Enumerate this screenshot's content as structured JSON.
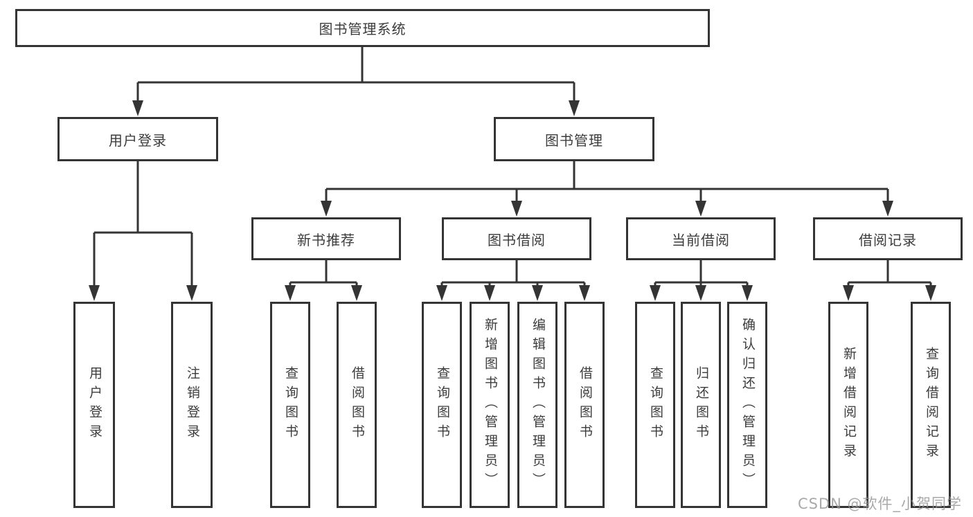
{
  "diagram": {
    "root": {
      "label": "图书管理系统"
    },
    "branches": [
      {
        "label": "用户登录",
        "children": [
          {
            "label": "用户登录"
          },
          {
            "label": "注销登录"
          }
        ]
      },
      {
        "label": "图书管理",
        "children": [
          {
            "label": "新书推荐",
            "children": [
              {
                "label": "查询图书"
              },
              {
                "label": "借阅图书"
              }
            ]
          },
          {
            "label": "图书借阅",
            "children": [
              {
                "label": "查询图书"
              },
              {
                "label": "新增图书（管理员）"
              },
              {
                "label": "编辑图书（管理员）"
              },
              {
                "label": "借阅图书"
              }
            ]
          },
          {
            "label": "当前借阅",
            "children": [
              {
                "label": "查询图书"
              },
              {
                "label": "归还图书"
              },
              {
                "label": "确认归还（管理员）"
              }
            ]
          },
          {
            "label": "借阅记录",
            "children": [
              {
                "label": "新增借阅记录"
              },
              {
                "label": "查询借阅记录"
              }
            ]
          }
        ]
      }
    ]
  },
  "watermark": {
    "text": "CSDN @软件_小贺同学"
  },
  "colors": {
    "line": "#343434",
    "text": "#3c3c3c",
    "watermark": "#949494",
    "background": "#ffffff"
  }
}
